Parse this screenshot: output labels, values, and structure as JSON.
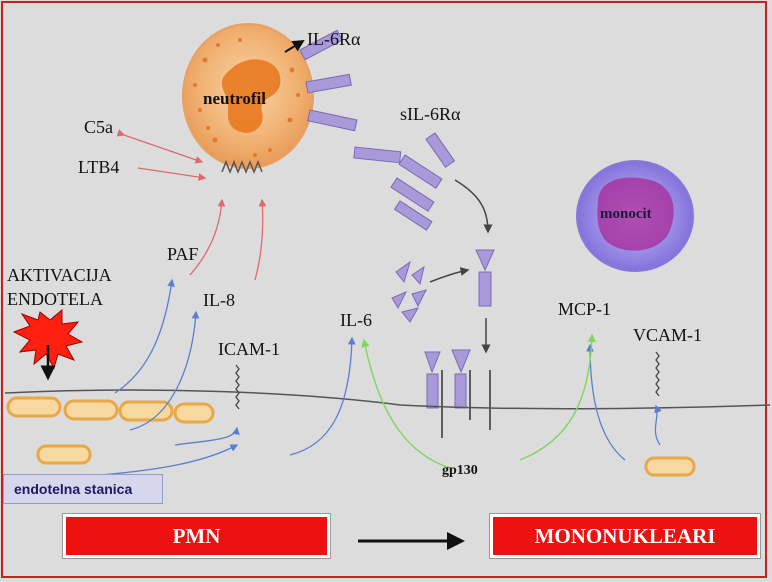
{
  "labels": {
    "il6ra": "IL-6Rα",
    "neutrofil": "neutrofil",
    "c5a": "C5a",
    "ltb4": "LTB4",
    "sil6ra": "sIL-6Rα",
    "monocit": "monocit",
    "paf": "PAF",
    "aktivacija": "AKTIVACIJA",
    "endotela": "ENDOTELA",
    "il8": "IL-8",
    "icam1": "ICAM-1",
    "il6": "IL-6",
    "mcp1": "MCP-1",
    "vcam1": "VCAM-1",
    "gp130": "gp130",
    "endotelna_stanica": "endotelna stanica"
  },
  "bottom": {
    "left_box": "PMN",
    "right_box": "MONONUKLEARI"
  },
  "colors": {
    "frame": "#cc1f1f",
    "background": "#dcdcdc",
    "arrow_blue": "#5a7fd0",
    "arrow_red": "#e06868",
    "arrow_green": "#7fd65a",
    "receptor": "#a89ad8",
    "endothelial_cell": "#e8a848",
    "neutrophil": "#f0b070",
    "monocyte": "#9080e0",
    "bottom_box": "#ee1111"
  },
  "icons": {
    "activation": "starburst-icon"
  }
}
